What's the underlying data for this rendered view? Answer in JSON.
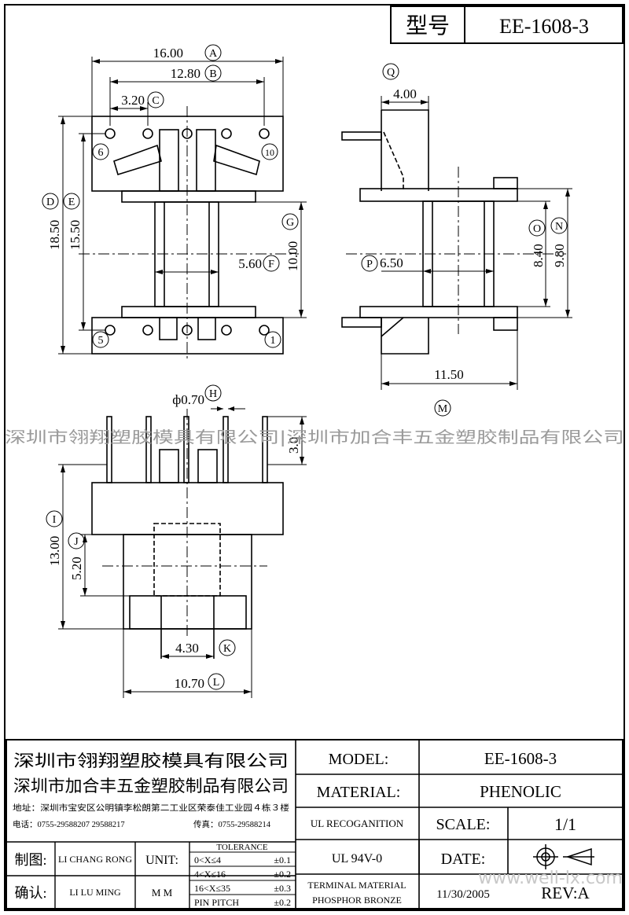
{
  "header": {
    "model_label": "型号",
    "model_value": "EE-1608-3"
  },
  "drawing": {
    "top": {
      "dim_a": "16.00",
      "dim_b": "12.80",
      "dim_c": "3.20",
      "dim_d": "18.50",
      "dim_e": "15.50",
      "dim_f": "5.60",
      "dim_g": "10.00",
      "pin_6": "6",
      "pin_10": "10",
      "pin_5": "5",
      "pin_1": "1"
    },
    "side": {
      "dim_q": "4.00",
      "dim_p": "6.50",
      "dim_o": "8.40",
      "dim_n": "9.80",
      "dim_m": "11.50"
    },
    "front": {
      "dim_h": "ф0.70",
      "dim_pin": "3.0",
      "dim_i": "13.00",
      "dim_j": "5.20",
      "dim_k": "4.30",
      "dim_l": "10.70"
    },
    "letters": {
      "a": "A",
      "b": "B",
      "c": "C",
      "d": "D",
      "e": "E",
      "f": "F",
      "g": "G",
      "h": "H",
      "i": "I",
      "j": "J",
      "k": "K",
      "l": "L",
      "m": "M",
      "n": "N",
      "o": "O",
      "p": "P",
      "q": "Q"
    }
  },
  "watermark": "深圳市翎翔塑胶模具有限公司|深圳市加合丰五金塑胶制品有限公司",
  "watermark_site": "www.well-lx.com",
  "title_block": {
    "company1": "深圳市翎翔塑胶模具有限公司",
    "company2": "深圳市加合丰五金塑胶制品有限公司",
    "address": "地址：深圳市宝安区公明镇李松朗第二工业区荣泰佳工业园４栋３楼",
    "phone": "电话：0755-29588207  29588217",
    "fax": "传真：0755-29588214",
    "drawn_label": "制图:",
    "drawn_by": "LI CHANG RONG",
    "check_label": "确认:",
    "check_by": "LI LU MING",
    "unit_label": "UNIT:",
    "unit_value": "M M",
    "tolerance_title": "TOLERANCE",
    "tol": [
      {
        "range": "0<X≤4",
        "value": "±0.1"
      },
      {
        "range": "4<X≤16",
        "value": "±0.2"
      },
      {
        "range": "16<X≤35",
        "value": "±0.3"
      },
      {
        "range": "PIN PITCH",
        "value": "±0.2"
      }
    ],
    "model_label": "MODEL:",
    "model_value": "EE-1608-3",
    "material_label": "MATERIAL:",
    "material_value": "PHENOLIC",
    "ul_label": "UL RECOGANITION",
    "ul_value": "UL 94V-0",
    "terminal_line1": "TERMINAL MATERIAL",
    "terminal_line2": "PHOSPHOR  BRONZE",
    "scale_label": "SCALE:",
    "scale_value": "1/1",
    "date_label": "DATE:",
    "date_value": "11/30/2005",
    "rev_label": "REV:A"
  },
  "icons": {
    "projection": "first-angle-projection-icon"
  }
}
